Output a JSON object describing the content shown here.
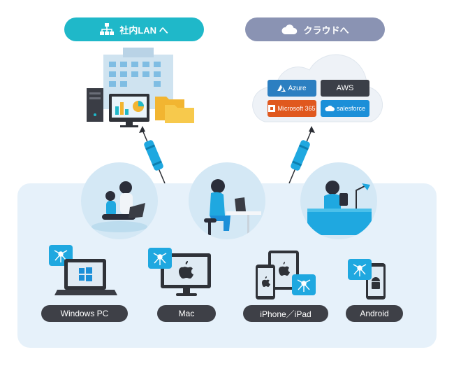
{
  "destinations": {
    "lan_label": "社内LAN へ",
    "cloud_label": "クラウドへ"
  },
  "cloud_services": [
    {
      "label": "Azure",
      "color": "#2c7fc1"
    },
    {
      "label": "AWS",
      "color": "#3b3f48"
    },
    {
      "label": "Microsoft 365",
      "color": "#e0581e"
    },
    {
      "label": "salesforce",
      "color": "#1b8fd8"
    }
  ],
  "devices": [
    {
      "label": "Windows PC",
      "icon": "windows-laptop-icon"
    },
    {
      "label": "Mac",
      "icon": "apple-monitor-icon"
    },
    {
      "label": "iPhone／iPad",
      "icon": "apple-phone-tablet-icon"
    },
    {
      "label": "Android",
      "icon": "android-phone-icon"
    }
  ],
  "colors": {
    "lan_accent": "#1fb8c9",
    "cloud_accent": "#8a93b3",
    "panel_bg": "#e6f1fa",
    "label_bg": "#3e4047"
  }
}
